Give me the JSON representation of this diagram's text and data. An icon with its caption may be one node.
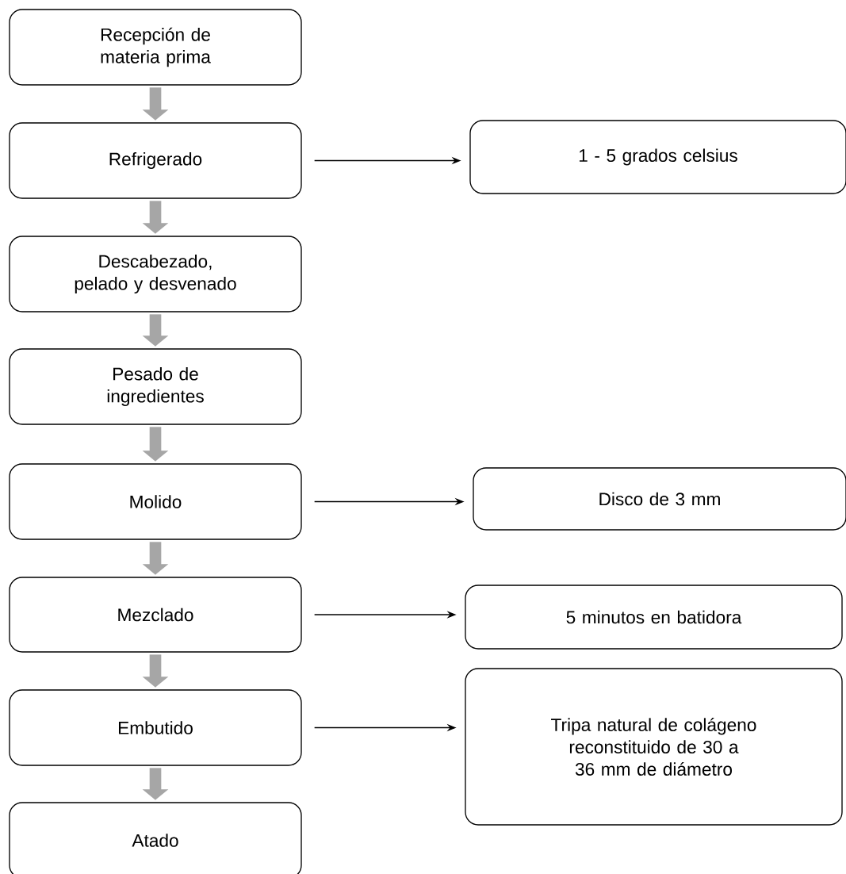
{
  "diagram": {
    "nodes": [
      {
        "text": [
          "Recepción de materia prima"
        ]
      },
      {
        "text": [
          "Refrigerado"
        ]
      },
      {
        "text": [
          "1 - 5 grados celsius"
        ]
      },
      {
        "text": [
          "Descabezado, pelado y desvenado"
        ]
      },
      {
        "text": [
          "Pesado de ingredientes"
        ]
      },
      {
        "text": [
          "Molido"
        ]
      },
      {
        "text": [
          "Disco de 3 mm"
        ]
      },
      {
        "text": [
          "Mezclado"
        ]
      },
      {
        "text": [
          "5 minutos en batidora"
        ]
      },
      {
        "text": [
          "Embutido"
        ]
      },
      {
        "text": [
          "Tripa natural de colágeno reconstituido de 30 a 36 mm de diámetro"
        ]
      },
      {
        "text": [
          "Atado"
        ]
      }
    ],
    "edges": [
      {
        "from": 0,
        "to": 1,
        "arrow": "to"
      },
      {
        "from": 1,
        "to": 2,
        "arrow": "to",
        "color": "#000000"
      },
      {
        "from": 1,
        "to": 3,
        "arrow": "to"
      },
      {
        "from": 3,
        "to": 4,
        "arrow": "to"
      },
      {
        "from": 4,
        "to": 5,
        "arrow": "to"
      },
      {
        "from": 5,
        "to": 6,
        "arrow": "to",
        "color": "#000000"
      },
      {
        "from": 5,
        "to": 7,
        "arrow": "to"
      },
      {
        "from": 7,
        "to": 8,
        "arrow": "to",
        "color": "#000000"
      },
      {
        "from": 7,
        "to": 9,
        "arrow": "to"
      },
      {
        "from": 9,
        "to": 10,
        "arrow": "to",
        "color": "#000000"
      },
      {
        "from": 9,
        "to": 11,
        "arrow": "to"
      }
    ]
  }
}
